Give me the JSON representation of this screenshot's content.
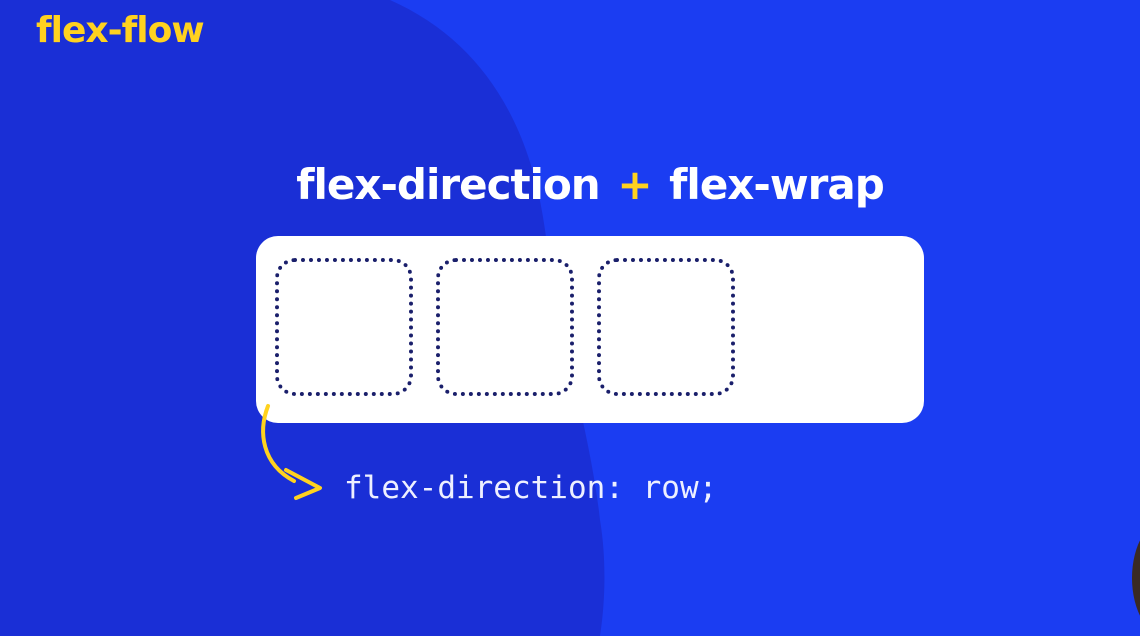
{
  "topic": "flex-flow",
  "heading": {
    "part1": "flex-direction",
    "plus": "+",
    "part2": "flex-wrap"
  },
  "container": {
    "item_count": 3
  },
  "code": "flex-direction: row;",
  "colors": {
    "background": "#1b3df2",
    "background_shape": "#1a2fd6",
    "accent": "#ffd21f",
    "item_border": "#1a1f6b"
  },
  "icons": [
    "curved-arrow-icon"
  ]
}
